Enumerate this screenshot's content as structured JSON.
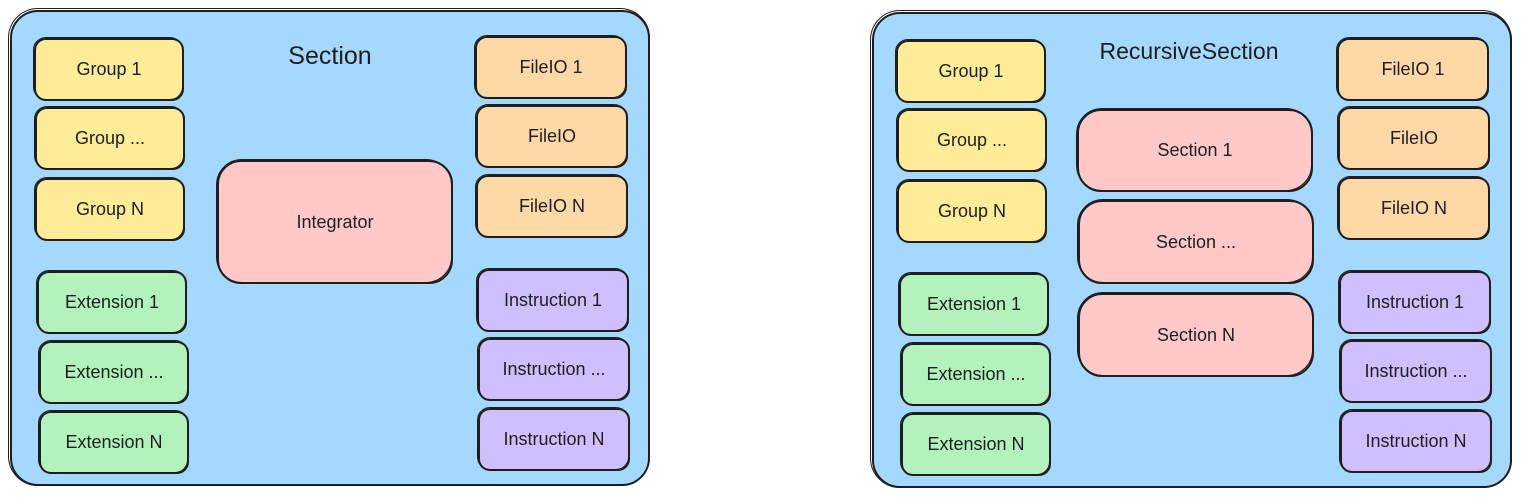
{
  "colors": {
    "panel": "#a5d8ff",
    "group": "#ffec99",
    "fileio": "#ffd8a8",
    "extension": "#b2f2bb",
    "instruction": "#d0bfff",
    "core": "#ffc9c9",
    "stroke": "#1e1e1e"
  },
  "section": {
    "title": "Section",
    "groups": [
      "Group 1",
      "Group ...",
      "Group N"
    ],
    "fileios": [
      "FileIO 1",
      "FileIO",
      "FileIO N"
    ],
    "extensions": [
      "Extension 1",
      "Extension ...",
      "Extension N"
    ],
    "instructions": [
      "Instruction 1",
      "Instruction ...",
      "Instruction N"
    ],
    "integrator": "Integrator"
  },
  "recursive_section": {
    "title": "RecursiveSection",
    "groups": [
      "Group 1",
      "Group ...",
      "Group N"
    ],
    "fileios": [
      "FileIO 1",
      "FileIO",
      "FileIO N"
    ],
    "extensions": [
      "Extension 1",
      "Extension ...",
      "Extension N"
    ],
    "instructions": [
      "Instruction 1",
      "Instruction ...",
      "Instruction N"
    ],
    "sections": [
      "Section 1",
      "Section ...",
      "Section N"
    ]
  }
}
